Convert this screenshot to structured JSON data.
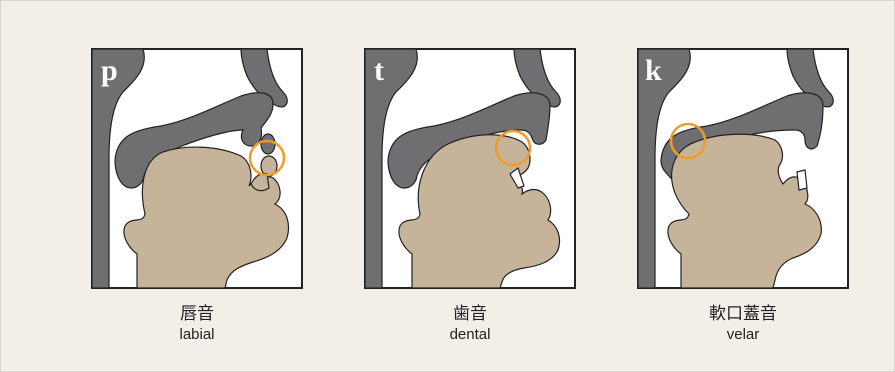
{
  "colors": {
    "background": "#f2efe9",
    "cavity": "#ffffff",
    "palate_tissue": "#6f6f71",
    "tongue": "#c6b49a",
    "highlight_circle": "#f09a28",
    "outline": "#222222"
  },
  "panels": [
    {
      "letter": "p",
      "label_ja": "唇音",
      "label_en": "labial"
    },
    {
      "letter": "t",
      "label_ja": "歯音",
      "label_en": "dental"
    },
    {
      "letter": "k",
      "label_ja": "軟口蓋音",
      "label_en": "velar"
    }
  ]
}
